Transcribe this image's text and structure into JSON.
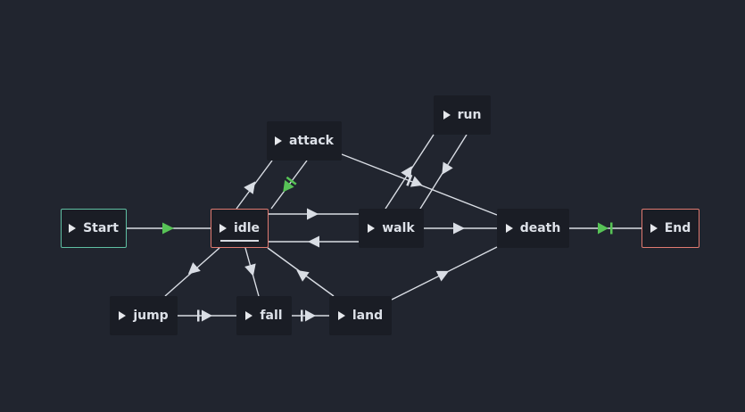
{
  "editor": {
    "title": "",
    "colors": {
      "background": "#21252f",
      "node": "#1a1d25",
      "line": "#d9dde4",
      "arrow": "#d9dde4",
      "arrow_active": "#57c356",
      "start_border": "#5fbfa3",
      "end_border": "#e07a70"
    }
  },
  "nodes": {
    "start": {
      "label": "Start"
    },
    "idle": {
      "label": "idle"
    },
    "attack": {
      "label": "attack"
    },
    "run": {
      "label": "run"
    },
    "walk": {
      "label": "walk"
    },
    "death": {
      "label": "death"
    },
    "end": {
      "label": "End"
    },
    "jump": {
      "label": "jump"
    },
    "fall": {
      "label": "fall"
    },
    "land": {
      "label": "land"
    }
  },
  "transitions": [
    {
      "from": "start",
      "to": "idle",
      "marker": "arrow",
      "active": true
    },
    {
      "from": "idle",
      "to": "attack",
      "marker": "arrow",
      "active": false
    },
    {
      "from": "attack",
      "to": "idle",
      "marker": "bar-arrow",
      "active": true
    },
    {
      "from": "idle",
      "to": "walk",
      "marker": "arrow",
      "active": false
    },
    {
      "from": "walk",
      "to": "idle",
      "marker": "arrow",
      "active": false
    },
    {
      "from": "walk",
      "to": "run",
      "marker": "arrow",
      "active": false
    },
    {
      "from": "run",
      "to": "walk",
      "marker": "arrow",
      "active": false
    },
    {
      "from": "attack",
      "to": "death",
      "marker": "bar-arrow",
      "active": false
    },
    {
      "from": "walk",
      "to": "death",
      "marker": "arrow",
      "active": false
    },
    {
      "from": "death",
      "to": "end",
      "marker": "arrow-bar",
      "active": true
    },
    {
      "from": "idle",
      "to": "jump",
      "marker": "arrow",
      "active": false
    },
    {
      "from": "idle",
      "to": "fall",
      "marker": "arrow",
      "active": false
    },
    {
      "from": "land",
      "to": "idle",
      "marker": "arrow",
      "active": false
    },
    {
      "from": "jump",
      "to": "fall",
      "marker": "bar-arrow",
      "active": false
    },
    {
      "from": "fall",
      "to": "land",
      "marker": "bar-arrow",
      "active": false
    },
    {
      "from": "land",
      "to": "death",
      "marker": "arrow",
      "active": false
    }
  ]
}
